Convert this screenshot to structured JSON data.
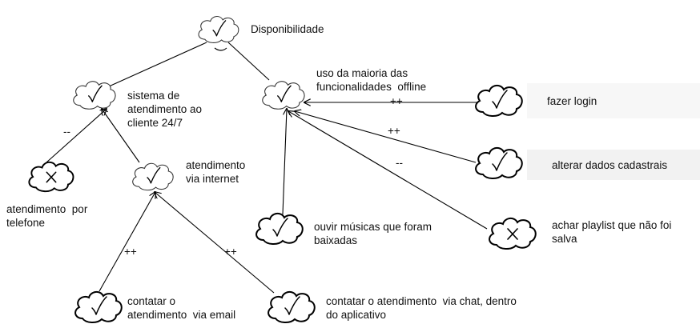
{
  "goals": {
    "disponibilidade": "Disponibilidade",
    "sistema_atendimento": "sistema de\natendimento ao\ncliente 24/7",
    "uso_offline": "uso da maioria das\nfuncionalidades  offline",
    "atendimento_telefone": "atendimento  por\ntelefone",
    "atendimento_internet": "atendimento\nvia internet",
    "contatar_email": "contatar o\natendimento  via email",
    "contatar_chat": "contatar o atendimento  via chat, dentro\ndo aplicativo",
    "ouvir_musicas": "ouvir músicas que foram\nbaixadas",
    "fazer_login": "fazer login",
    "alterar_dados": "alterar dados cadastrais",
    "achar_playlist": "achar playlist que não foi\nsalva"
  },
  "contributions": {
    "telefone_to_sistema": "--",
    "email_to_internet": "++",
    "chat_to_internet": "++",
    "login_to_offline": "++",
    "alterar_to_offline": "++",
    "playlist_to_offline": "--"
  },
  "icons": {
    "satisfied": "check-cloud-icon",
    "denied": "x-cloud-icon"
  },
  "colors": {
    "line": "#000000",
    "cloud_fill": "#ffffff",
    "highlight": "#f2f2f2"
  }
}
